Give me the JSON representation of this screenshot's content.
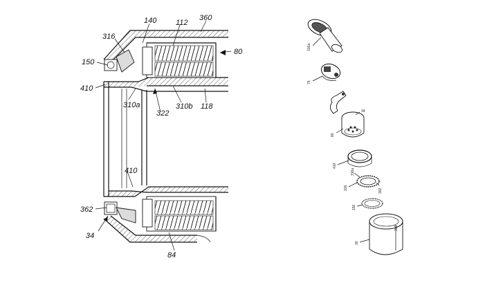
{
  "cross_section": {
    "labels": {
      "l140": "140",
      "l112": "112",
      "l360": "360",
      "l316": "316",
      "l80": "80",
      "l150": "150",
      "l410a": "410",
      "l310a": "310a",
      "l322": "322",
      "l310b": "310b",
      "l118": "118",
      "l410b": "410",
      "l362": "362",
      "l34": "34",
      "l84": "84"
    }
  },
  "exploded_view": {
    "labels": {
      "p316a": "316a",
      "p75": "75",
      "p34": "34",
      "p80": "80",
      "p410": "410",
      "p316b": "316a",
      "p316": "316",
      "p302": "302",
      "p150": "150",
      "p30": "30",
      "p360": "360"
    }
  }
}
